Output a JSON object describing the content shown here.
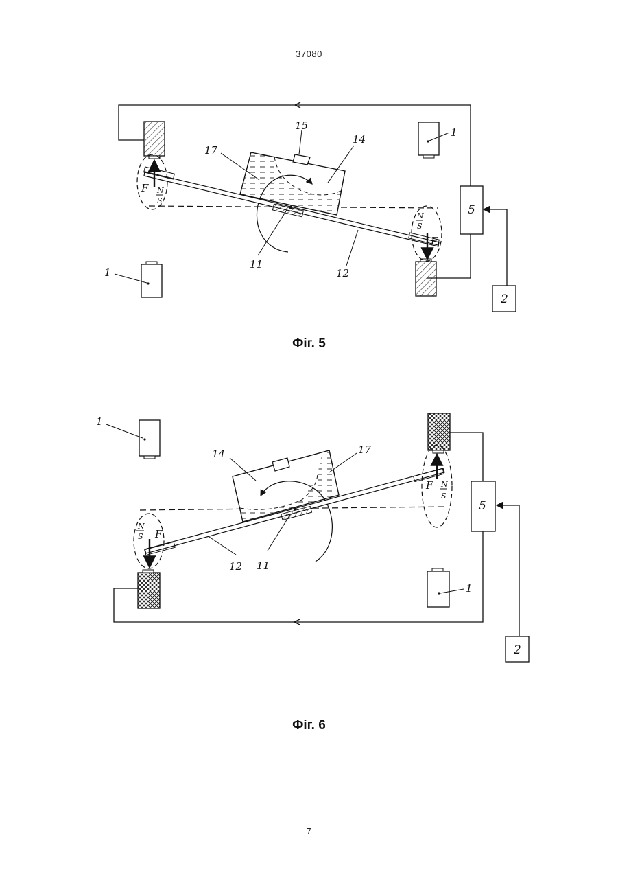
{
  "header": {
    "doc_number": "37080"
  },
  "figures": [
    {
      "caption": "Фіг. 5",
      "labels": {
        "l15": "15",
        "l14": "14",
        "l17": "17",
        "l1a": "1",
        "l1b": "1",
        "l5": "5",
        "l2": "2",
        "l11": "11",
        "l12": "12",
        "f_left": "F",
        "n_left": "N",
        "s_left": "S",
        "f_right": "F",
        "n_right": "N",
        "s_right": "S"
      }
    },
    {
      "caption": "Фіг. 6",
      "labels": {
        "l1a": "1",
        "l1b": "1",
        "l14": "14",
        "l17": "17",
        "l5": "5",
        "l2": "2",
        "l11": "11",
        "l12": "12",
        "f_left": "F",
        "n_left": "N",
        "s_left": "S",
        "f_right": "F",
        "n_right": "N",
        "s_right": "S"
      }
    }
  ],
  "footer": {
    "page_number": "7"
  }
}
